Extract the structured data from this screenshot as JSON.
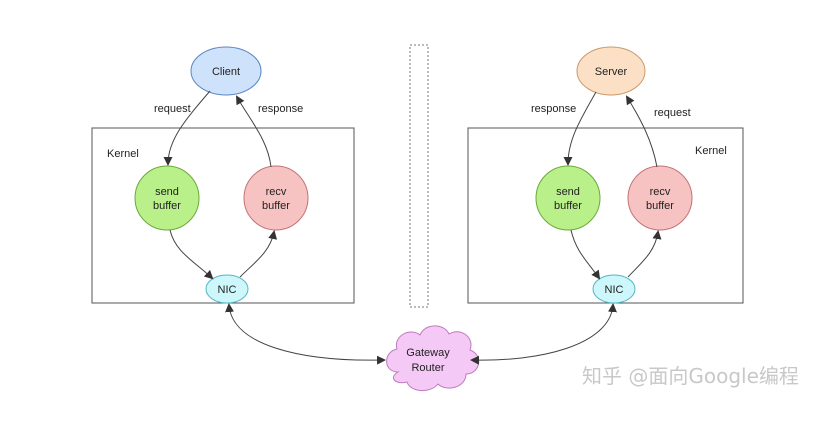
{
  "client_side": {
    "endpoint_label": "Client",
    "arrow_out_label": "request",
    "arrow_in_label": "response",
    "kernel_label": "Kernel",
    "send_buffer": [
      "send",
      "buffer"
    ],
    "recv_buffer": [
      "recv",
      "buffer"
    ],
    "nic_label": "NIC"
  },
  "server_side": {
    "endpoint_label": "Server",
    "arrow_out_label": "response",
    "arrow_in_label": "request",
    "kernel_label": "Kernel",
    "send_buffer": [
      "send",
      "buffer"
    ],
    "recv_buffer": [
      "recv",
      "buffer"
    ],
    "nic_label": "NIC"
  },
  "gateway": [
    "Gateway",
    "Router"
  ],
  "watermark": "知乎 @面向Google编程",
  "colors": {
    "client_fill": "#cfe2fb",
    "server_fill": "#fbe0c6",
    "send_fill": "#b9f08a",
    "recv_fill": "#f6c2c2",
    "nic_fill": "#cdf7fb",
    "gateway_fill": "#f5c9f5",
    "stroke": "#555555"
  }
}
